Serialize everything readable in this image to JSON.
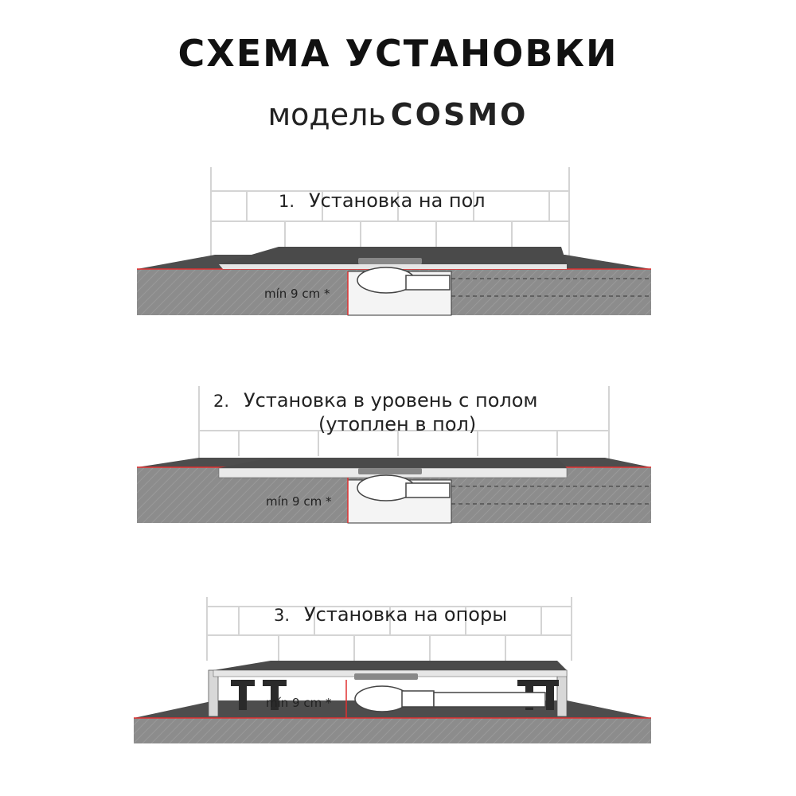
{
  "header": {
    "title": "СХЕМА УСТАНОВКИ",
    "model_prefix": "модель",
    "model_name": "COSMO"
  },
  "schemes": [
    {
      "number": "1.",
      "label": "Установка на пол",
      "height_mark": "mín 9 cm *"
    },
    {
      "number": "2.",
      "label_line1": "Установка в уровень с полом",
      "label_line2": "(утоплен в пол)",
      "height_mark": "mín 9 cm *"
    },
    {
      "number": "3.",
      "label": "Установка на опоры",
      "height_mark": "mín 9 cm *"
    }
  ],
  "colors": {
    "floor": "#8a8a8a",
    "tray_top": "#4a4a4a",
    "tray_edge": "#e6e6e6",
    "brick_line": "#d0d0d0",
    "red_line": "#e03030",
    "dark": "#222222"
  }
}
